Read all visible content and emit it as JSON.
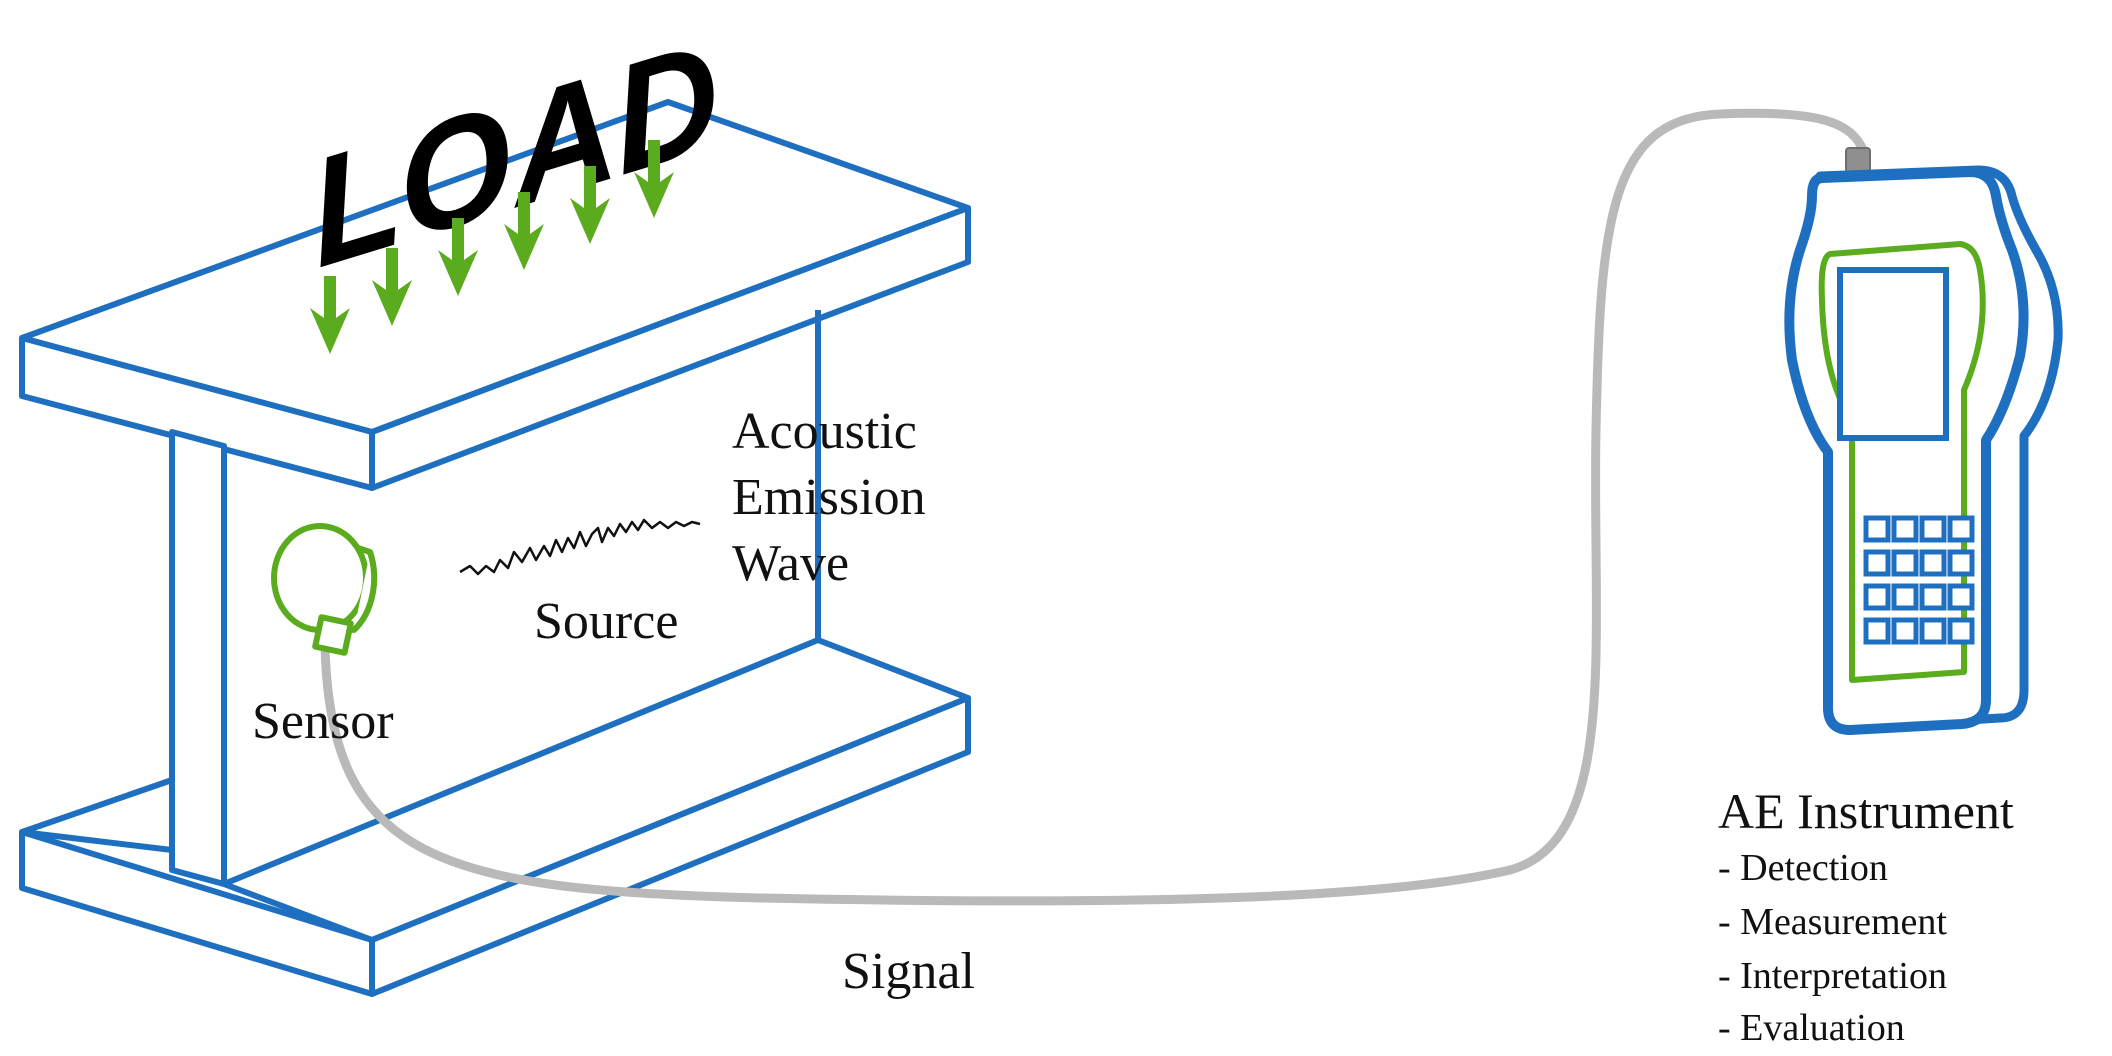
{
  "labels": {
    "load": "LOAD",
    "acoustic_line1": "Acoustic",
    "acoustic_line2": "Emission",
    "acoustic_line3": "Wave",
    "source": "Source",
    "sensor": "Sensor",
    "signal": "Signal",
    "instrument_title": "AE Instrument",
    "instrument_functions": [
      "- Detection",
      "- Measurement",
      "- Interpretation",
      "- Evaluation"
    ]
  },
  "colors": {
    "beam": "#1f6fc0",
    "arrows": "#5aab1e",
    "sensor": "#5aab1e",
    "cable": "#b9b9b9",
    "device_body": "#1f6fc0",
    "device_panel": "#5aab1e",
    "text": "#111111"
  },
  "icons": {
    "beam": "i-beam",
    "sensor": "ae-sensor",
    "instrument": "handheld-ae-instrument",
    "wave": "acoustic-wave-trace",
    "load_arrows": "down-arrow"
  },
  "load_arrow_count": 6,
  "keypad": {
    "rows": 4,
    "cols": 4
  }
}
